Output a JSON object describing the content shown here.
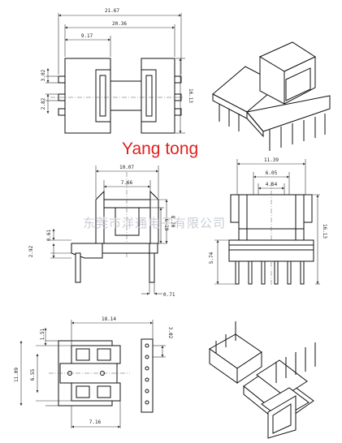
{
  "brand": {
    "text": "Yang tong",
    "color": "#e02020"
  },
  "watermark": {
    "text": "东莞市洋通电子有限公司"
  },
  "top_left_view": {
    "dims": [
      "21.67",
      "20.36",
      "9.17",
      "3.02",
      "2.82",
      "16.13"
    ]
  },
  "middle_left_view": {
    "dims": [
      "10.07",
      "7.66",
      "0.61",
      "2.92",
      "8.20",
      "6.30",
      "0.71"
    ]
  },
  "middle_right_view": {
    "dims": [
      "11.39",
      "6.05",
      "4.64",
      "16.13",
      "5.74"
    ]
  },
  "bottom_left_view": {
    "dims": [
      "18.14",
      "1.51",
      "11.09",
      "6.55",
      "3.02",
      "7.16"
    ]
  }
}
